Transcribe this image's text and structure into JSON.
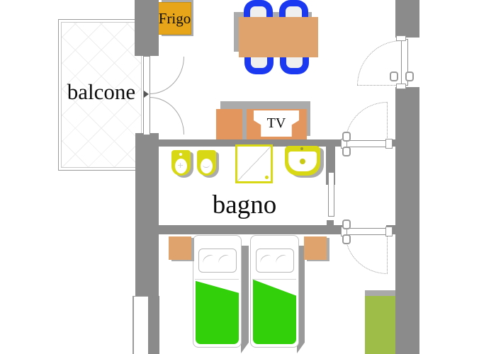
{
  "plan": {
    "title": "apartment floor plan",
    "labels": {
      "balcony": "balcone",
      "fridge": "Frigo",
      "tv": "TV",
      "bathroom": "bagno"
    },
    "rooms": [
      {
        "id": "balcony",
        "label": "balcone",
        "features": [
          "tiled floor",
          "railing",
          "french double door"
        ]
      },
      {
        "id": "living-dining",
        "label": "",
        "furniture": [
          "fridge",
          "dining-table",
          "chair x4",
          "tv-cabinet"
        ]
      },
      {
        "id": "bathroom",
        "label": "bagno",
        "fixtures": [
          "bidet",
          "toilet",
          "shower-box",
          "sink",
          "sliding-door"
        ]
      },
      {
        "id": "bedroom",
        "label": "",
        "furniture": [
          "nightstand-left",
          "single-bed-left",
          "single-bed-right",
          "nightstand-right",
          "wardrobe"
        ]
      }
    ],
    "doors": [
      {
        "id": "balcony-french-door",
        "type": "double-swing"
      },
      {
        "id": "entrance-door",
        "type": "swing",
        "wall": "right"
      },
      {
        "id": "hall-upper-door",
        "type": "swing"
      },
      {
        "id": "hall-lower-door",
        "type": "swing"
      },
      {
        "id": "bathroom-sliding-door",
        "type": "sliding"
      }
    ],
    "palette": {
      "wall": "#8B8B8B",
      "shadow": "#ABABAB",
      "wood": "#DFA46E",
      "fridge_gold": "#E7A619",
      "tv_cabinet": "#E3975F",
      "chair_blue": "#1C39F2",
      "bed_green": "#32CF0B",
      "wardrobe_green": "#9DBC48",
      "fixture_yellow": "#D8D814"
    }
  }
}
